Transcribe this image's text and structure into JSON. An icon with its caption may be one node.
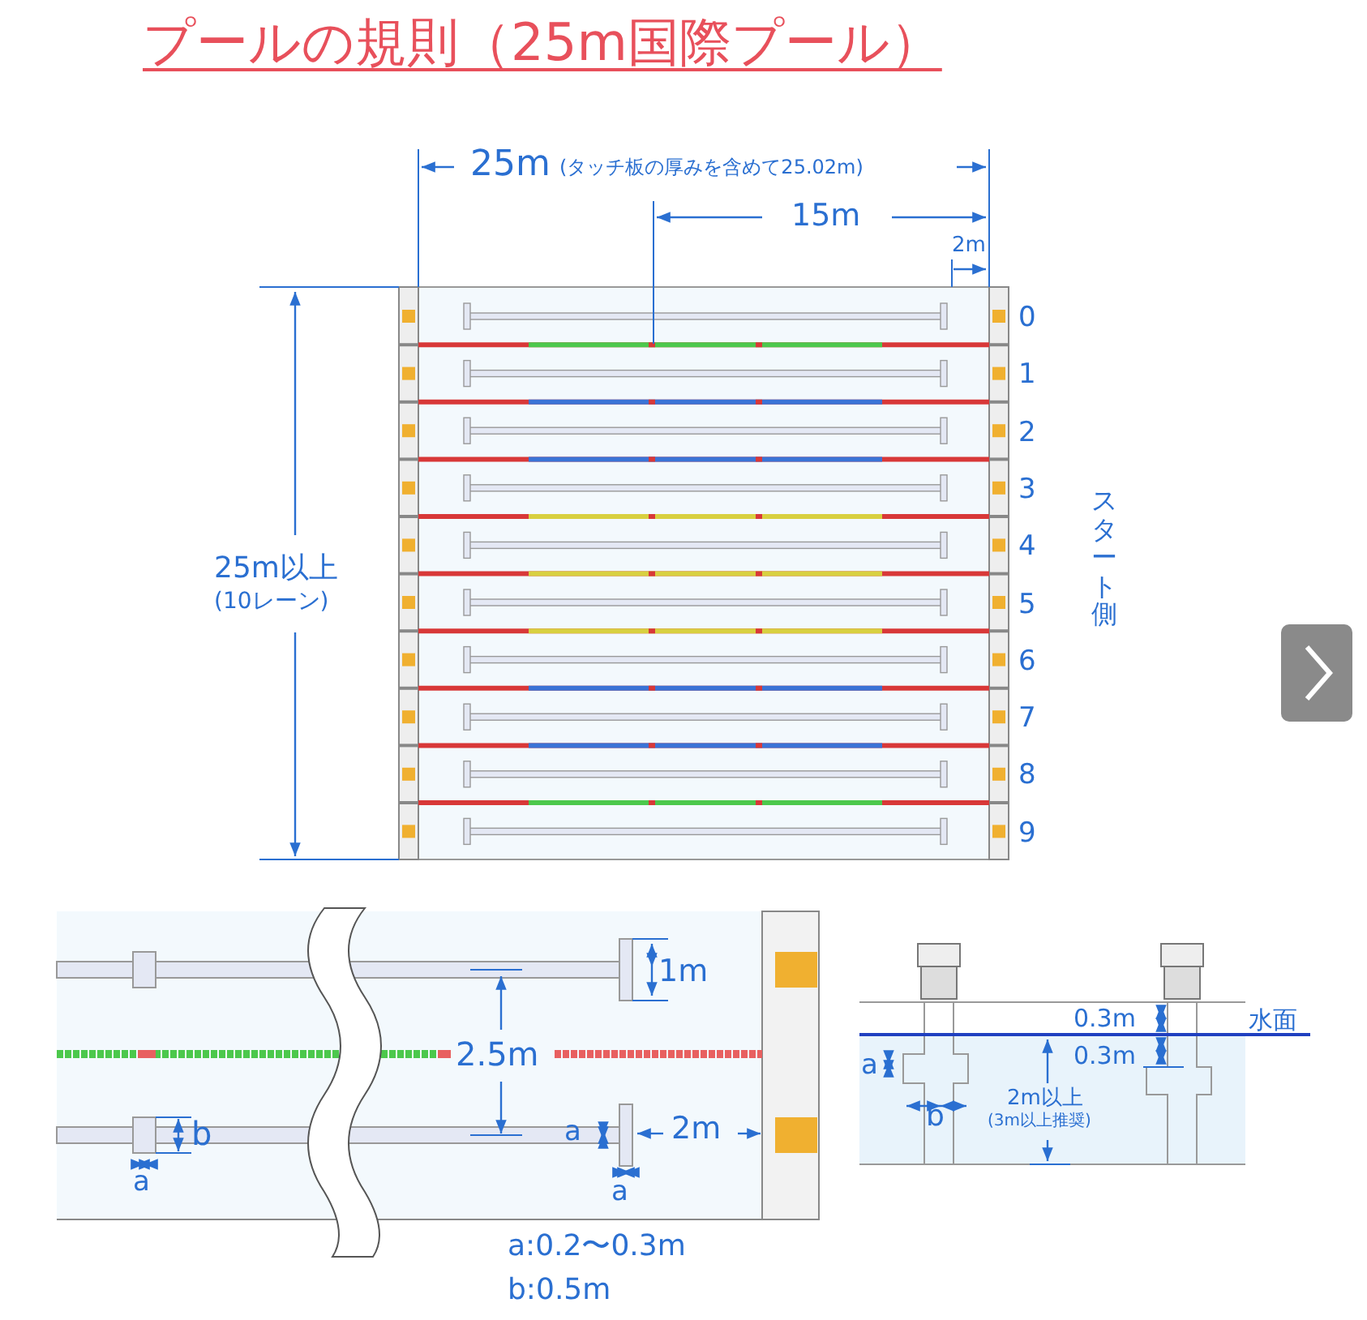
{
  "diagram": {
    "title": "プールの規則（25m国際プール）",
    "labels": [
      "25m",
      "(タッチ板の厚みを含めて25.02m)",
      "15m",
      "2m",
      "0",
      "1",
      "2",
      "3",
      "4",
      "5",
      "6",
      "7",
      "8",
      "9",
      "25m以上",
      "(10レーン)",
      "スタート側",
      "1m",
      "2.5m",
      "b",
      "a",
      "2m",
      "a",
      "a",
      "a:0.2〜0.3m",
      "b:0.5m",
      "0.3m",
      "水面",
      "0.3m",
      "a",
      "b",
      "2m以上",
      "(3m以上推奨)"
    ]
  }
}
